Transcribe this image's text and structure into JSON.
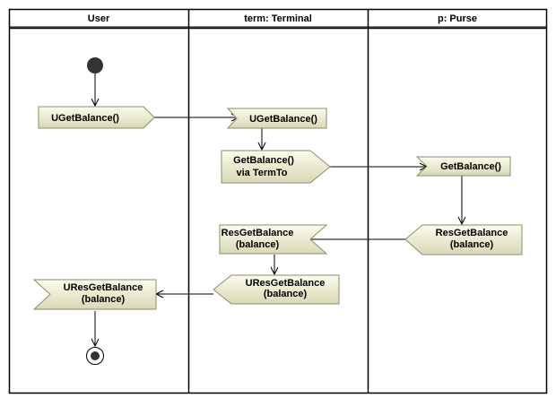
{
  "diagram": {
    "lanes": [
      {
        "id": "user",
        "title": "User"
      },
      {
        "id": "terminal",
        "title": "term: Terminal"
      },
      {
        "id": "purse",
        "title": "p: Purse"
      }
    ],
    "nodes": {
      "send_uget_user": {
        "kind": "send",
        "lines": [
          "UGetBalance()"
        ]
      },
      "accept_uget_term": {
        "kind": "accept",
        "lines": [
          "UGetBalance()"
        ]
      },
      "send_get_term": {
        "kind": "send",
        "lines": [
          "GetBalance()",
          "via TermTo"
        ]
      },
      "accept_get_purse": {
        "kind": "accept",
        "lines": [
          "GetBalance()"
        ]
      },
      "send_res_purse": {
        "kind": "send-left",
        "lines": [
          "ResGetBalance",
          "(balance)"
        ]
      },
      "accept_res_term": {
        "kind": "accept-right",
        "lines": [
          "ResGetBalance",
          "(balance)"
        ]
      },
      "send_ures_term": {
        "kind": "send-left",
        "lines": [
          "UResGetBalance",
          "(balance)"
        ]
      },
      "accept_ures_user": {
        "kind": "accept-right",
        "lines": [
          "UResGetBalance",
          "(balance)"
        ]
      }
    },
    "colors": {
      "fill_light": "#fbfbe8",
      "fill_dark": "#d6d6b4",
      "stroke": "#8c8c70",
      "border": "#000000",
      "edge": "#000000"
    }
  }
}
